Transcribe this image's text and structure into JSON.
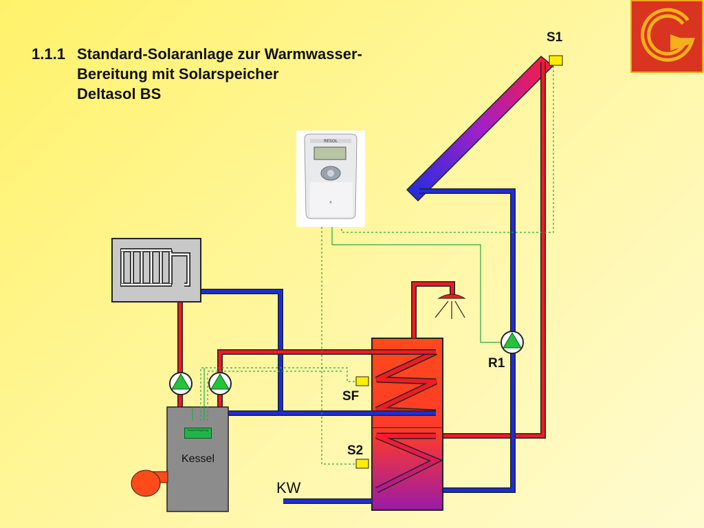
{
  "title": {
    "number": "1.1.1",
    "line1": "Standard-Solaranlage zur Warmwasser-",
    "line2": "Bereitung mit Solarspeicher",
    "line3": "Deltasol BS"
  },
  "labels": {
    "s1": "S1",
    "sf": "SF",
    "s2": "S2",
    "r1": "R1",
    "kw": "KW",
    "kessel": "Kessel",
    "kessel_regelung": "Kessel-Regelung"
  },
  "controller": {
    "brand": "RESOL"
  },
  "colors": {
    "hot_pipe": "#ee1c24",
    "cold_pipe": "#1c2ee0",
    "sensor": "#ffee00",
    "pump": "#22c43a",
    "tank_top": "#ff4a1a",
    "tank_bottom": "#9a1aa8",
    "signal_line": "#22a84a",
    "logo_bg": "#d8341f",
    "logo_mark": "#f6b01c"
  }
}
